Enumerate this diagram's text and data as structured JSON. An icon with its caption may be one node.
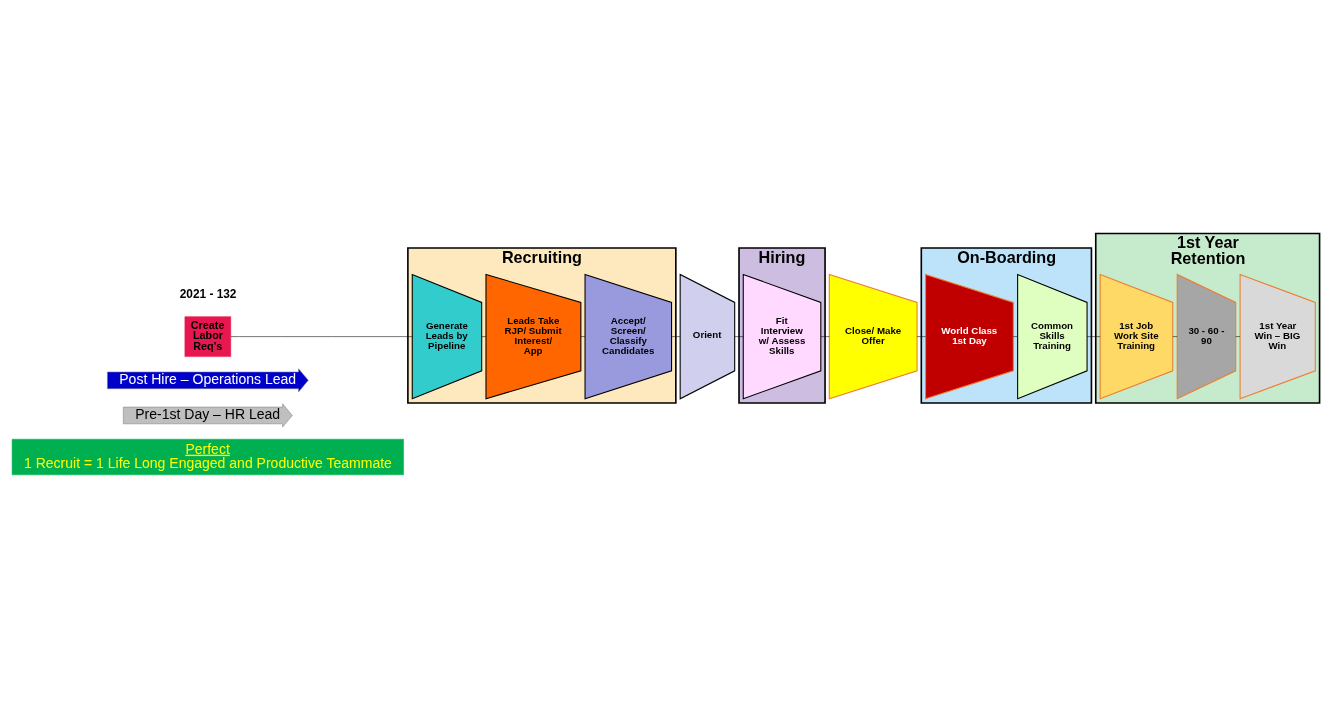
{
  "diagram": {
    "nodes": [
      {
        "text": [
          "Perfect",
          "1 Recruit = 1 Life Long Engaged and Productive Teammate"
        ]
      },
      {
        "text": [
          "Pre-1st Day – HR Lead"
        ]
      },
      {
        "text": [
          "Post Hire – Operations Lead"
        ]
      },
      {
        "text": [
          "Recruiting"
        ]
      },
      {
        "text": [
          "Hiring"
        ]
      },
      {
        "text": [
          "On-Boarding"
        ]
      },
      {
        "text": [
          "1st Year Retention"
        ]
      },
      {
        "text": [
          "Create Labor Req’s"
        ]
      },
      {
        "text": [
          "Generate Leads by Pipeline"
        ],
        "in": 3
      },
      {
        "text": [
          "Leads Take RJP/ Submit Interest/ App"
        ],
        "in": 3
      },
      {
        "text": [
          "Accept/ Screen/ Classify Candidates"
        ],
        "in": 3
      },
      {
        "text": [
          "Orient"
        ]
      },
      {
        "text": [
          "Fit Interview w/ Assess Skills"
        ],
        "in": 4
      },
      {
        "text": [
          "Close/ Make Offer"
        ]
      },
      {
        "text": [
          "World Class 1st Day"
        ],
        "in": 5
      },
      {
        "text": [
          "Common Skills Training"
        ],
        "in": 5
      },
      {
        "text": [
          "1st Job Work Site Training"
        ],
        "in": 6
      },
      {
        "text": [
          "30 - 60 - 90"
        ],
        "in": 6
      },
      {
        "text": [
          "1st Year Win – BIG Win"
        ],
        "in": 6
      }
    ],
    "edges": [
      {
        "from": 7,
        "to": 8,
        "arrow": "none"
      },
      {
        "from": 8,
        "to": 9,
        "arrow": "none"
      },
      {
        "from": 9,
        "to": 10,
        "arrow": "none"
      },
      {
        "from": 10,
        "to": 11,
        "arrow": "none"
      },
      {
        "from": 11,
        "to": 12,
        "arrow": "none"
      },
      {
        "from": 12,
        "to": 13,
        "arrow": "none"
      },
      {
        "from": 13,
        "to": 14,
        "arrow": "none"
      },
      {
        "from": 14,
        "to": 15,
        "arrow": "none"
      },
      {
        "from": 15,
        "to": 16,
        "arrow": "none"
      },
      {
        "from": 16,
        "to": 17,
        "arrow": "none"
      },
      {
        "from": 17,
        "to": 18,
        "arrow": "none"
      }
    ],
    "labels": [
      "2021 - 132"
    ]
  }
}
